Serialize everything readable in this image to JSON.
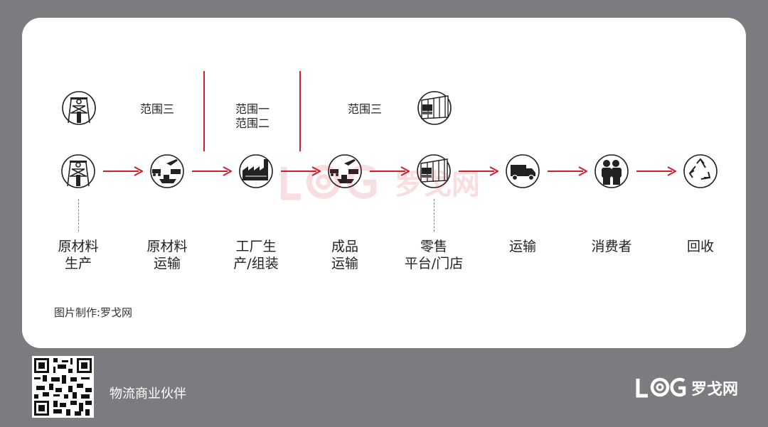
{
  "diagram": {
    "scopes": [
      {
        "label_lines": [
          "范围三"
        ]
      },
      {
        "label_lines": [
          "范围一",
          "范围二"
        ]
      },
      {
        "label_lines": [
          "范围三"
        ]
      }
    ],
    "stages": [
      {
        "icon": "mine-tower-icon",
        "label_lines": [
          "原材料",
          "生产"
        ]
      },
      {
        "icon": "plane-truck-ship-icon",
        "label_lines": [
          "原材料",
          "运输"
        ]
      },
      {
        "icon": "factory-icon",
        "label_lines": [
          "工厂生",
          "产/组装"
        ]
      },
      {
        "icon": "plane-truck-ship-icon",
        "label_lines": [
          "成品",
          "运输"
        ]
      },
      {
        "icon": "retail-store-icon",
        "label_lines": [
          "零售",
          "平台/门店"
        ]
      },
      {
        "icon": "delivery-truck-icon",
        "label_lines": [
          "运输"
        ]
      },
      {
        "icon": "consumers-icon",
        "label_lines": [
          "消费者"
        ]
      },
      {
        "icon": "recycle-icon",
        "label_lines": [
          "回收"
        ]
      }
    ],
    "upper_icons": [
      "mine-tower-icon",
      "retail-store-icon"
    ],
    "credit": "图片制作:罗戈网",
    "watermark": {
      "text": "罗戈网"
    }
  },
  "footer": {
    "tagline": "物流商业伙伴",
    "logo_text": "罗戈网"
  },
  "colors": {
    "accent": "#d11f2a",
    "frame": "#7a7c7f",
    "card": "#ffffff"
  }
}
